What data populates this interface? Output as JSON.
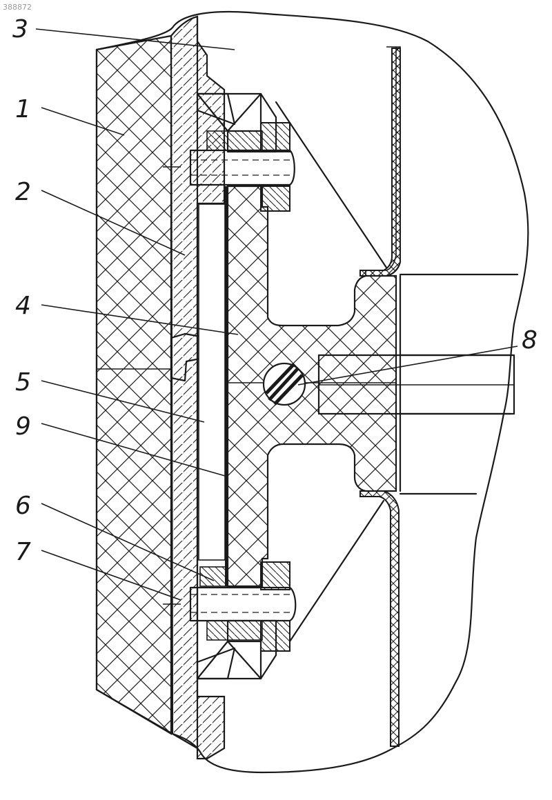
{
  "figure": {
    "corner_code": "388872",
    "callouts": [
      {
        "id": "part-1",
        "text": "1"
      },
      {
        "id": "part-2",
        "text": "2"
      },
      {
        "id": "part-3",
        "text": "3"
      },
      {
        "id": "part-4",
        "text": "4"
      },
      {
        "id": "part-5",
        "text": "5"
      },
      {
        "id": "part-6",
        "text": "6"
      },
      {
        "id": "part-7",
        "text": "7"
      },
      {
        "id": "part-8",
        "text": "8"
      },
      {
        "id": "part-9",
        "text": "9"
      }
    ]
  },
  "colors": {
    "ink": "#1a1a1a",
    "paper": "#ffffff"
  }
}
